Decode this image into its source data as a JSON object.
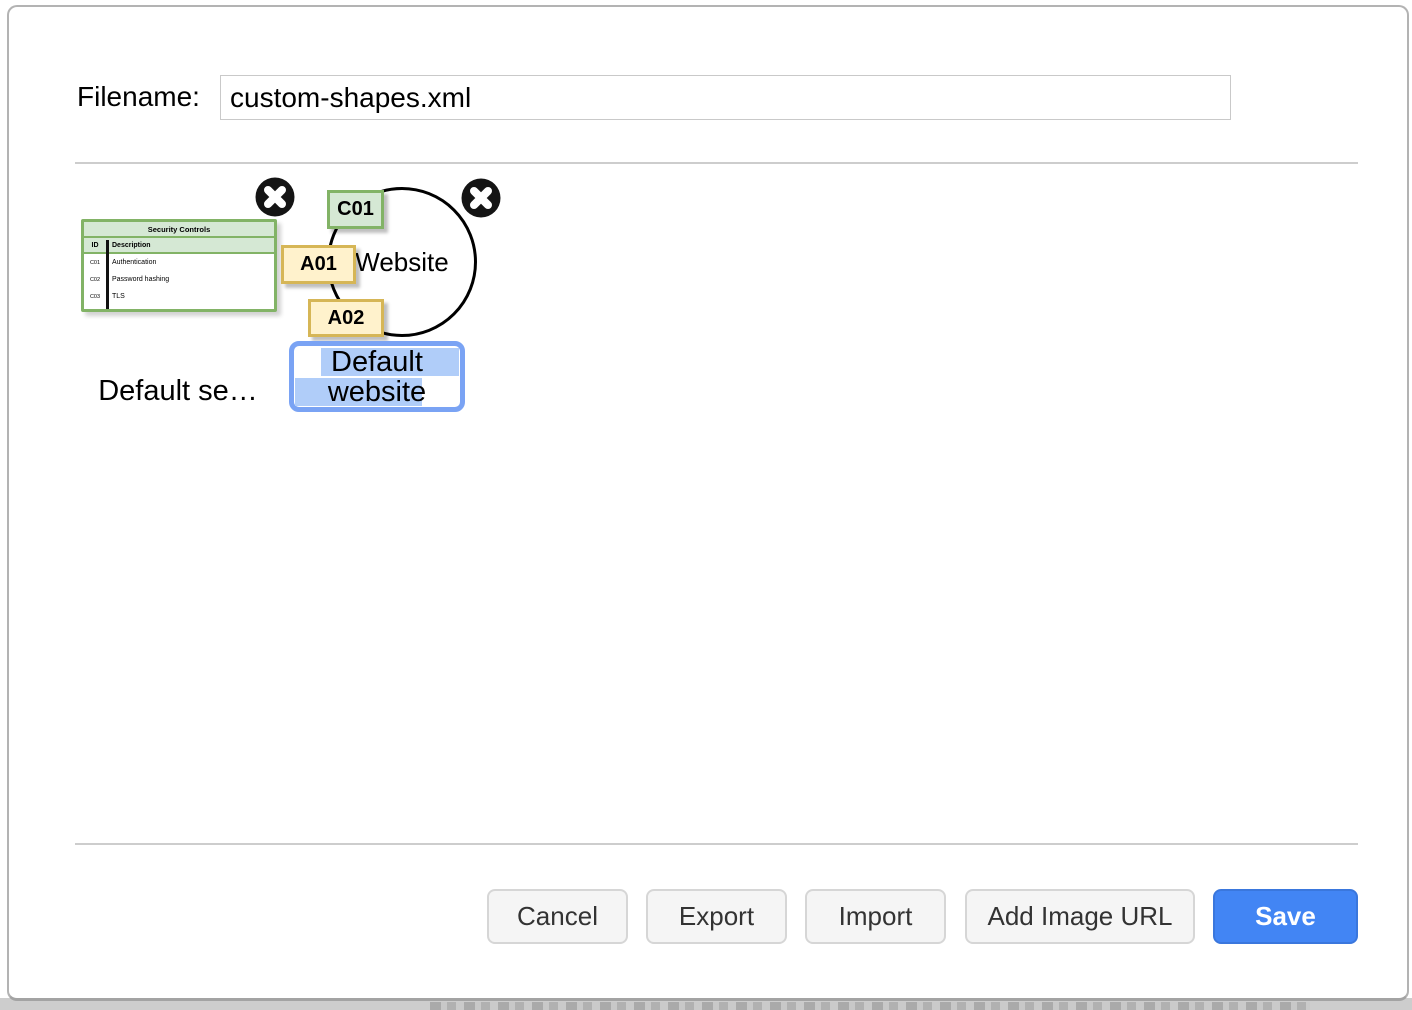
{
  "dialog": {
    "filename_label": "Filename:",
    "filename_value": "custom-shapes.xml",
    "footer_buttons": {
      "cancel": "Cancel",
      "export": "Export",
      "import": "Import",
      "add_image_url": "Add Image URL",
      "save": "Save"
    }
  },
  "library": {
    "entry1": {
      "label": "Default se…",
      "table": {
        "title": "Security Controls",
        "col_id": "ID",
        "col_description": "Description",
        "rows": [
          {
            "id": "C01",
            "description": "Authentication"
          },
          {
            "id": "C02",
            "description": "Password hashing"
          },
          {
            "id": "C03",
            "description": "TLS"
          }
        ]
      }
    },
    "entry2": {
      "circle_label": "Website",
      "node_c01": "C01",
      "node_a01": "A01",
      "node_a02": "A02",
      "name_editor": {
        "line1": "Default",
        "line2": "website"
      }
    },
    "colors": {
      "green_fill": "#d5e8d4",
      "green_stroke": "#82b366",
      "yellow_fill": "#fff2cc",
      "yellow_stroke": "#d6b656",
      "editor_border": "#7aa3f4",
      "text_selection": "#b0cdf9",
      "save_button": "#4285f4"
    }
  }
}
